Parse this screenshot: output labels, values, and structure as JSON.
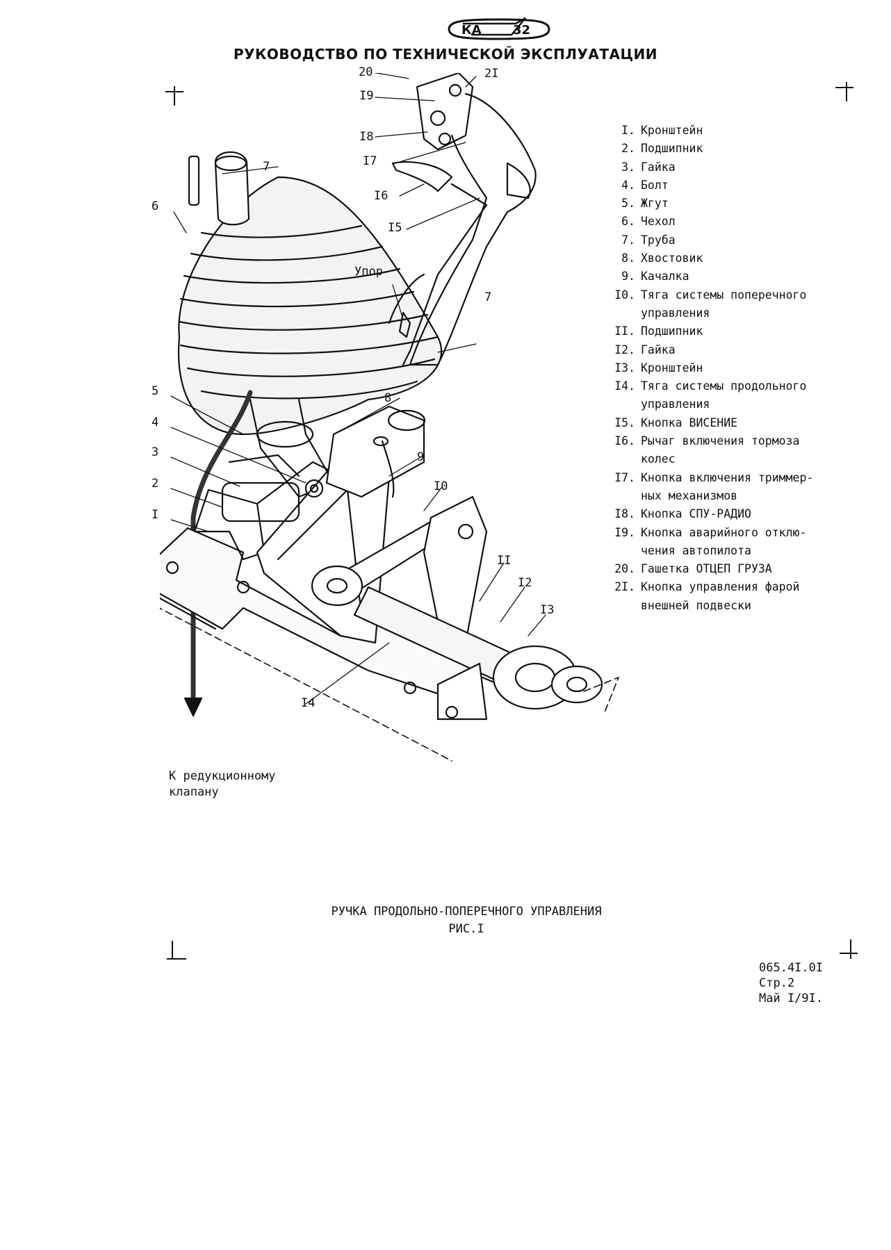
{
  "header": {
    "logo_text": "КА 32",
    "title": "РУКОВОДСТВО ПО ТЕХНИЧЕСКОЙ ЭКСПЛУАТАЦИИ"
  },
  "legend": [
    {
      "num": "I.",
      "text": "Кронштейн"
    },
    {
      "num": "2.",
      "text": "Подшипник"
    },
    {
      "num": "3.",
      "text": "Гайка"
    },
    {
      "num": "4.",
      "text": "Болт"
    },
    {
      "num": "5.",
      "text": "Жгут"
    },
    {
      "num": "6.",
      "text": "Чехол"
    },
    {
      "num": "7.",
      "text": "Труба"
    },
    {
      "num": "8.",
      "text": "Хвостовик"
    },
    {
      "num": "9.",
      "text": "Качалка"
    },
    {
      "num": "I0.",
      "text": "Тяга системы поперечного"
    },
    {
      "num": "",
      "text": "управления"
    },
    {
      "num": "II.",
      "text": "Подшипник"
    },
    {
      "num": "I2.",
      "text": "Гайка"
    },
    {
      "num": "I3.",
      "text": "Кронштейн"
    },
    {
      "num": "I4.",
      "text": "Тяга системы продольного"
    },
    {
      "num": "",
      "text": "управления"
    },
    {
      "num": "I5.",
      "text": "Кнопка ВИСЕНИЕ"
    },
    {
      "num": "I6.",
      "text": "Рычаг включения тормоза"
    },
    {
      "num": "",
      "text": "колес"
    },
    {
      "num": "I7.",
      "text": "Кнопка включения триммер-"
    },
    {
      "num": "",
      "text": "ных механизмов"
    },
    {
      "num": "I8.",
      "text": "Кнопка СПУ-РАДИО"
    },
    {
      "num": "I9.",
      "text": "Кнопка аварийного отклю-"
    },
    {
      "num": "",
      "text": "чения автопилота"
    },
    {
      "num": "20.",
      "text": "Гашетка ОТЦЕП ГРУЗА"
    },
    {
      "num": "2I.",
      "text": "Кнопка управления фарой"
    },
    {
      "num": "",
      "text": "внешней подвески"
    }
  ],
  "callouts": {
    "c20": "20",
    "c21": "2I",
    "c19": "I9",
    "c18": "I8",
    "c17": "I7",
    "c16": "I6",
    "c15": "I5",
    "c7a": "7",
    "c7b": "7",
    "c6": "6",
    "stop": "Упор",
    "c5": "5",
    "c4": "4",
    "c3": "3",
    "c2": "2",
    "c1": "I",
    "c8": "8",
    "c9": "9",
    "c10": "I0",
    "c11": "II",
    "c12": "I2",
    "c13": "I3",
    "c14": "I4"
  },
  "note_valve": {
    "line1": "К редукционному",
    "line2": "клапану"
  },
  "caption": {
    "title": "РУЧКА ПРОДОЛЬНО-ПОПЕРЕЧНОГО УПРАВЛЕНИЯ",
    "figure": "РИС.I"
  },
  "doc_ref": {
    "code": "065.4I.0I",
    "page": "Стр.2",
    "date": "Май I/9I."
  }
}
